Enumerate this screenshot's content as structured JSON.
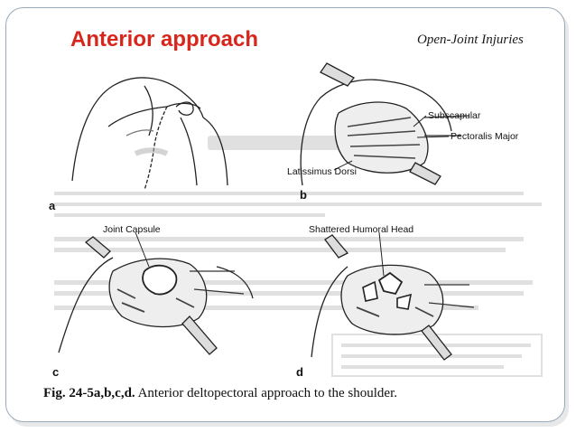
{
  "slide": {
    "title": "Anterior approach",
    "title_color": "#d9261c"
  },
  "figure": {
    "header": "Open-Joint Injuries",
    "labels": {
      "subscapular": "Subscapular",
      "pectoralis_major": "Pectoralis Major",
      "latissimus_dorsi": "Latissimus Dorsi",
      "joint_capsule": "Joint Capsule",
      "shattered_humoral_head": "Shattered Humoral Head"
    },
    "panels": [
      "a",
      "b",
      "c",
      "d"
    ],
    "caption_bold": "Fig. 24-5a,b,c,d.",
    "caption_text": " Anterior deltopectoral approach to the shoulder."
  }
}
